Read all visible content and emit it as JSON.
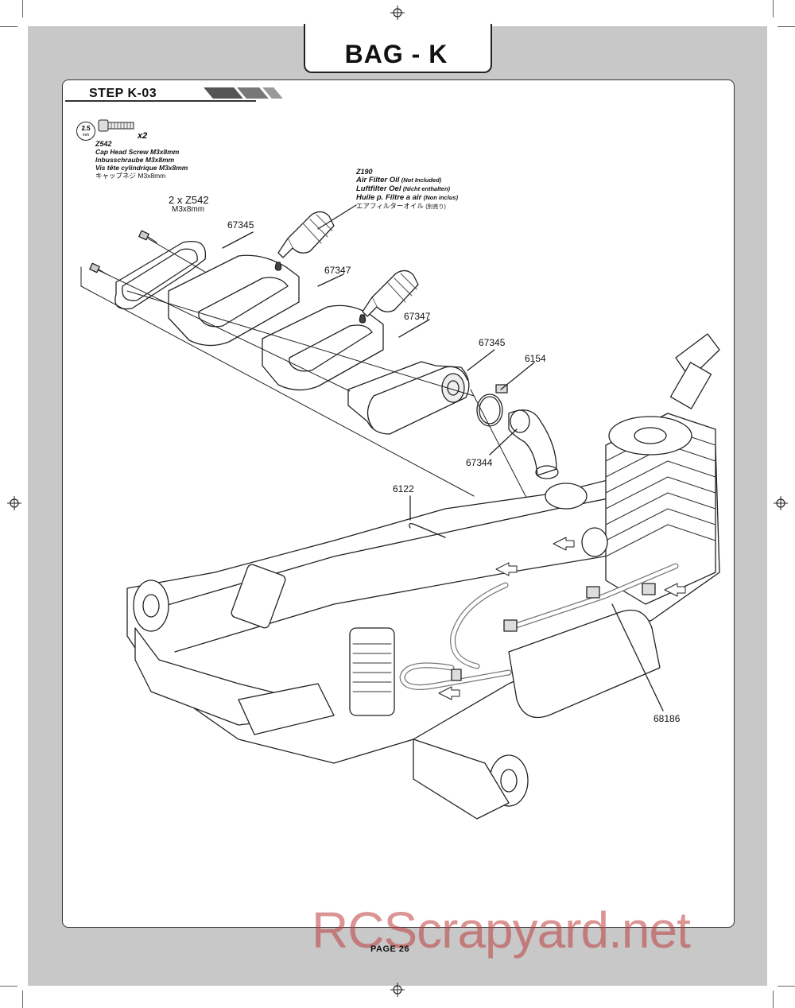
{
  "header": {
    "bag_title": "BAG - K"
  },
  "step": {
    "label": "STEP K-03"
  },
  "hardware": {
    "hex_size": "2.5",
    "hex_unit": "mm",
    "quantity": "x2",
    "code": "Z542",
    "names": [
      "Cap Head Screw M3x8mm",
      "Inbusschraube M3x8mm",
      "Vis tête cylindrique M3x8mm",
      "キャップネジ M3x8mm"
    ]
  },
  "oil": {
    "code": "Z190",
    "lines": [
      {
        "main": "Air Filter Oil",
        "note": "(Not Included)"
      },
      {
        "main": "Luftfilter Oel",
        "note": "(Nicht enthalten)"
      },
      {
        "main": "Huile p. Filtre a air",
        "note": "(Non inclus)"
      }
    ],
    "jp": "エアフィルターオイル",
    "jp_note": "(別売り)"
  },
  "callouts": {
    "screw_qty": "2 x Z542",
    "screw_size": "M3x8mm",
    "p67345_a": "67345",
    "p67347_a": "67347",
    "p67347_b": "67347",
    "p67345_b": "67345",
    "p6154": "6154",
    "p67344": "67344",
    "p6122": "6122",
    "p68186": "68186"
  },
  "footer": {
    "page": "PAGE 26"
  },
  "watermark": {
    "text": "RCScrapyard.net"
  }
}
